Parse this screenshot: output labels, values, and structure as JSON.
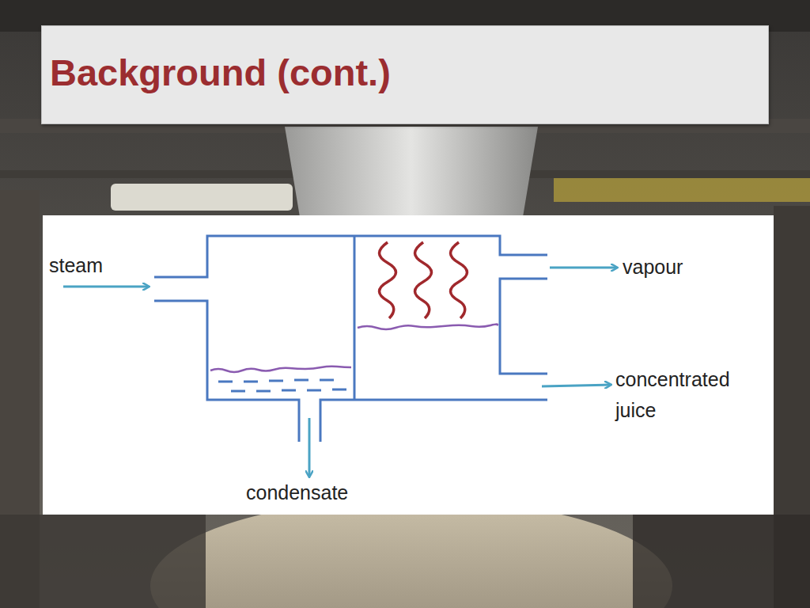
{
  "diagram": {
    "title": "Background (cont.)",
    "labels": [
      "steam",
      "vapour",
      "concentrated juice",
      "condensate"
    ]
  }
}
